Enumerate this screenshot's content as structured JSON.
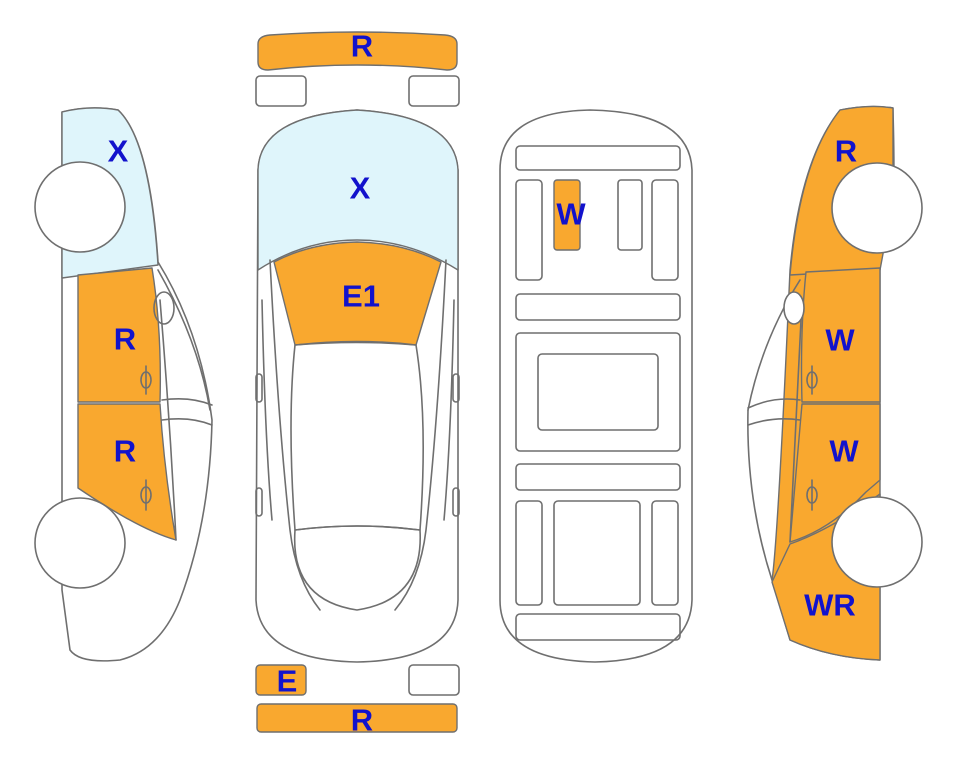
{
  "colors": {
    "damage": "#f9a82f",
    "glass_mark": "#dff5fb",
    "label": "#1212cc",
    "outline": "#6f6f6f"
  },
  "labels": {
    "front_bumper": "R",
    "rear_bumper": "R",
    "windshield": "X",
    "hood": "E1",
    "plate": "E",
    "roof": "W",
    "left_windshield": "X",
    "left_front_door": "R",
    "left_rear_door": "R",
    "right_front_fender": "R",
    "right_front_door": "W",
    "right_rear_door": "W",
    "right_rear_quarter": "WR"
  }
}
